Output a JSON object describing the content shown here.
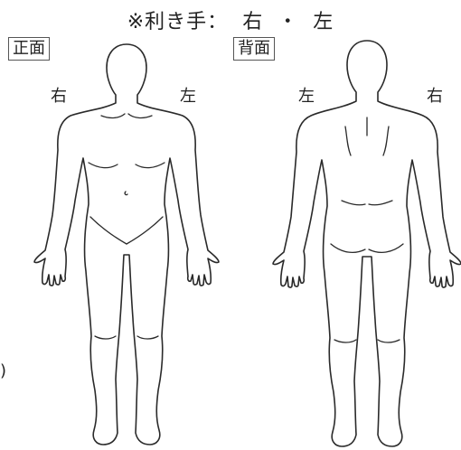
{
  "header": {
    "note": "※利き手：",
    "right": "右",
    "dot": "・",
    "left": "左"
  },
  "views": {
    "front": {
      "label": "正面",
      "side_a": "右",
      "side_b": "左"
    },
    "back": {
      "label": "背面",
      "side_a": "左",
      "side_b": "右"
    }
  },
  "margin_mark": ")"
}
